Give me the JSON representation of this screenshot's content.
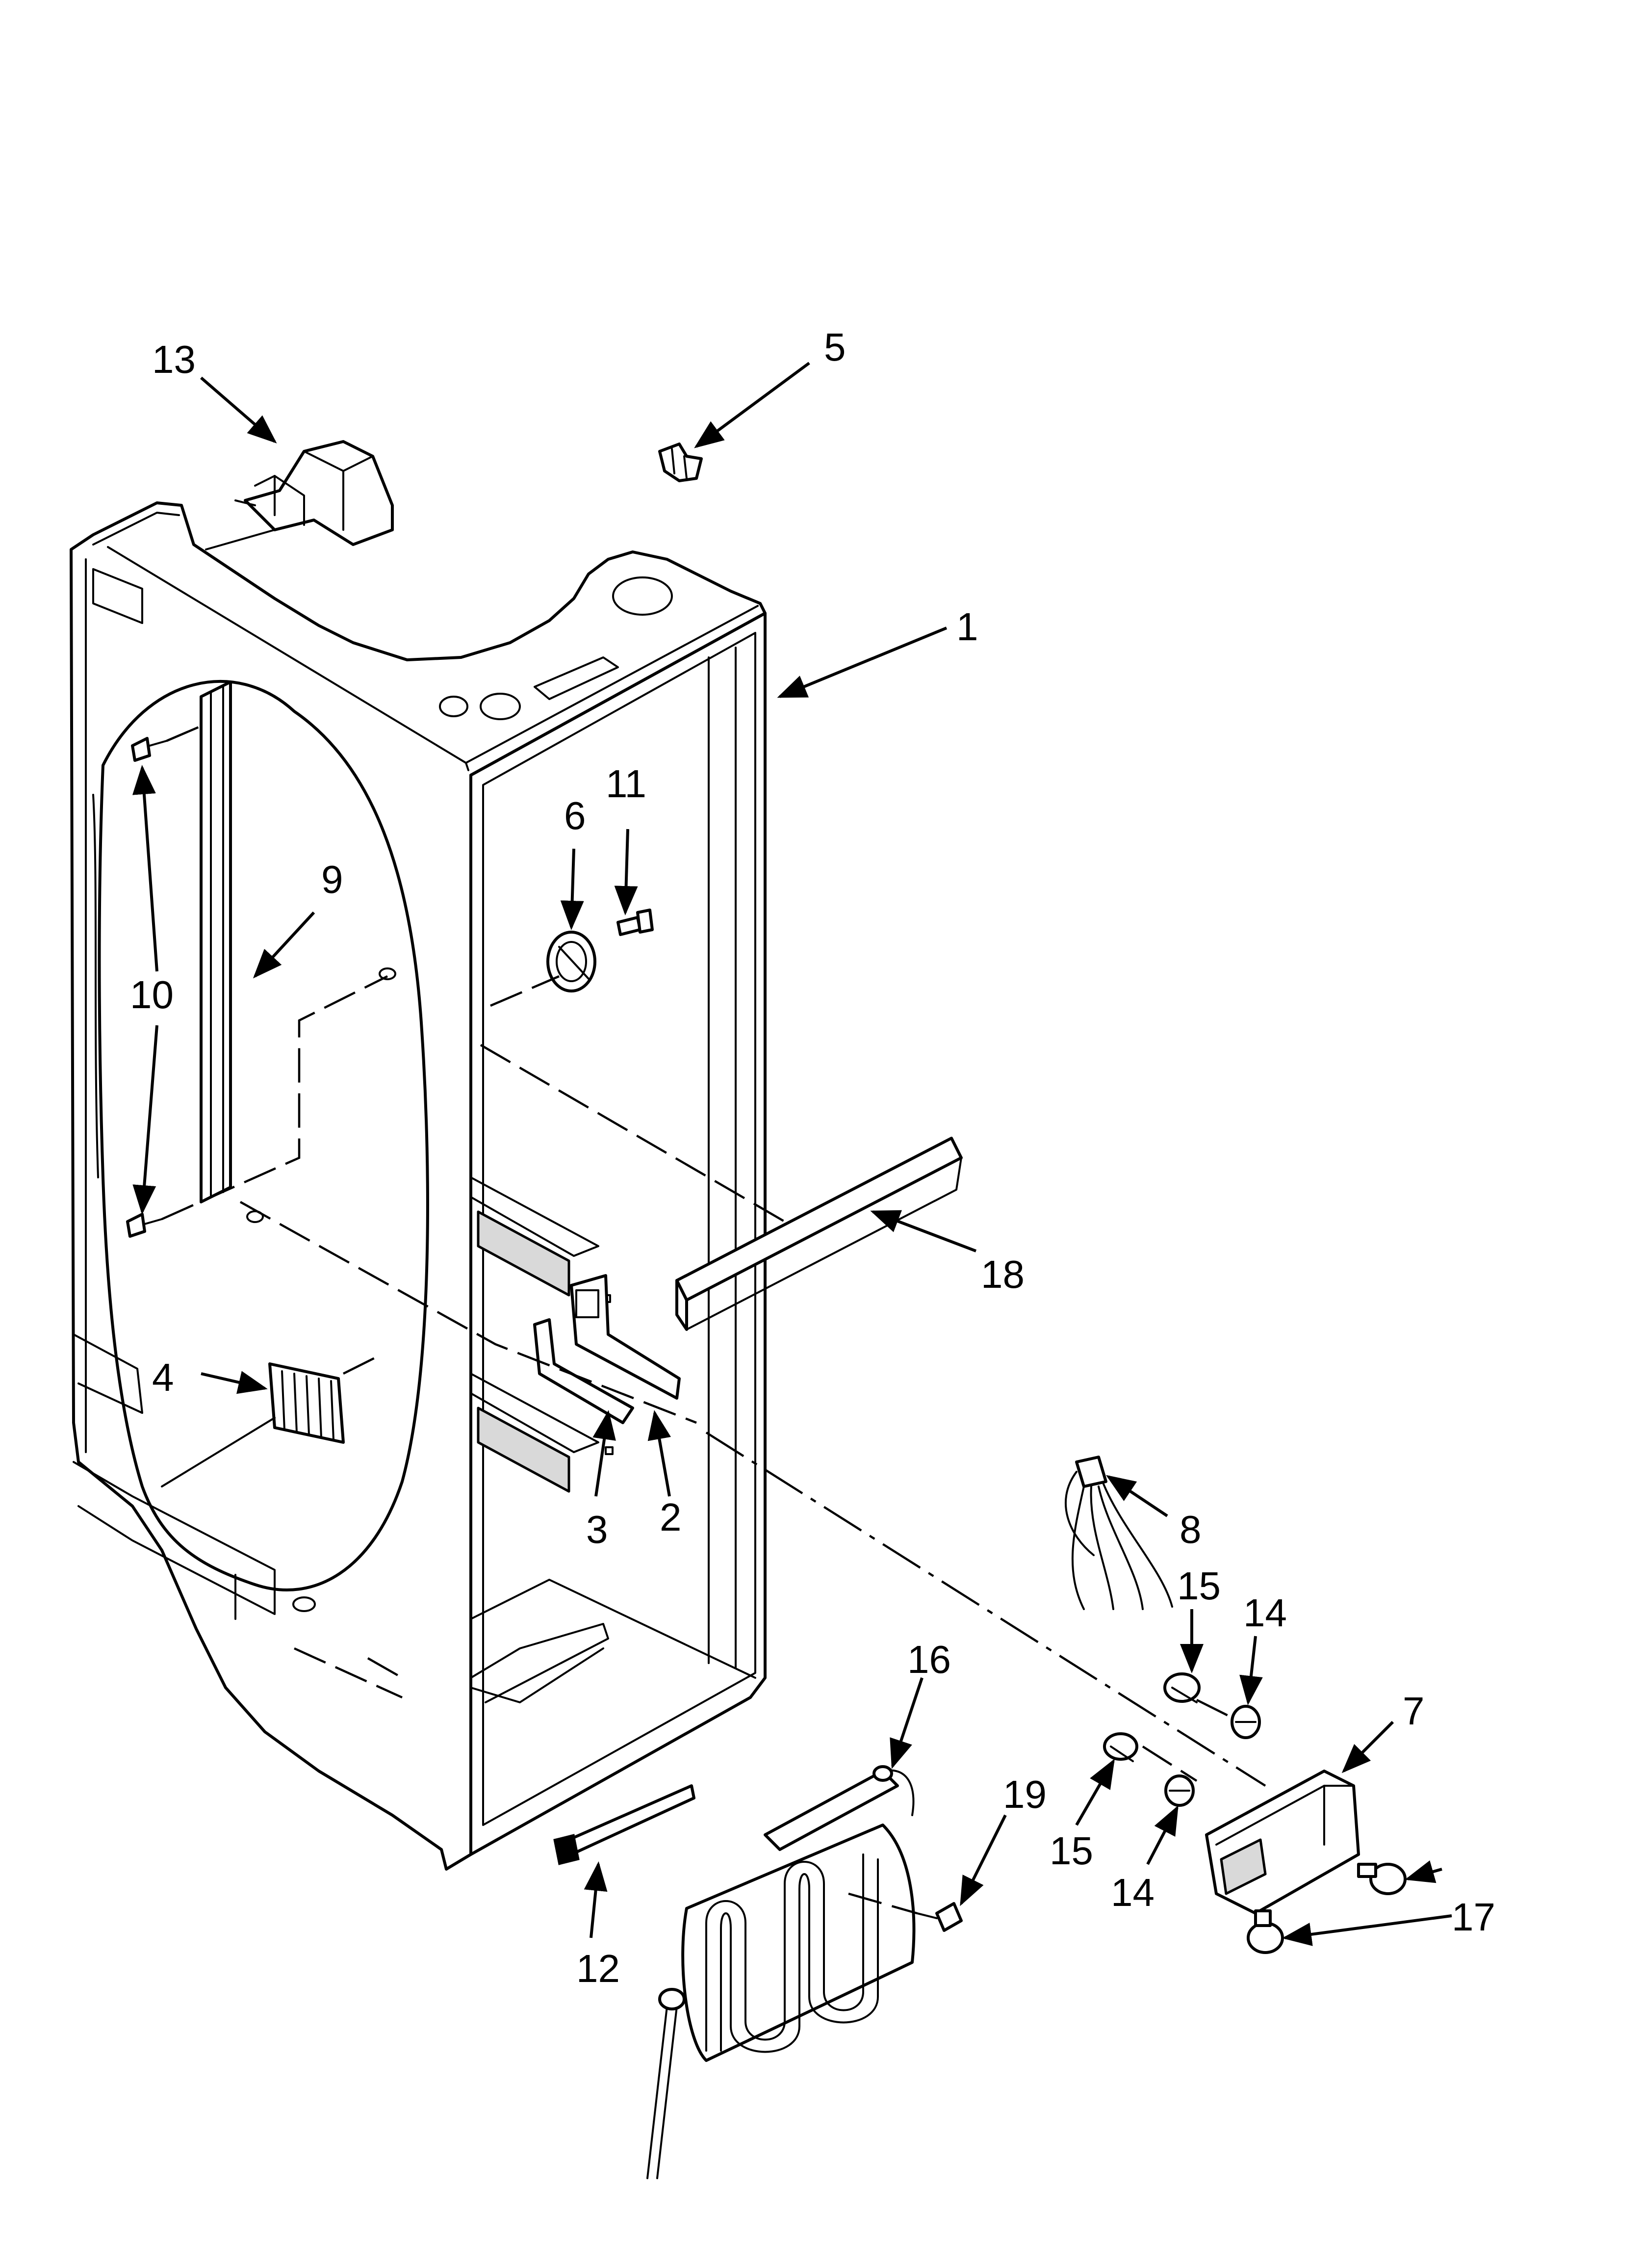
{
  "diagram": {
    "labels": [
      {
        "id": "13",
        "text": "13"
      },
      {
        "id": "5",
        "text": "5"
      },
      {
        "id": "1",
        "text": "1"
      },
      {
        "id": "11",
        "text": "11"
      },
      {
        "id": "6",
        "text": "6"
      },
      {
        "id": "9",
        "text": "9"
      },
      {
        "id": "10",
        "text": "10"
      },
      {
        "id": "18",
        "text": "18"
      },
      {
        "id": "4",
        "text": "4"
      },
      {
        "id": "3",
        "text": "3"
      },
      {
        "id": "2",
        "text": "2"
      },
      {
        "id": "8",
        "text": "8"
      },
      {
        "id": "15a",
        "text": "15"
      },
      {
        "id": "14a",
        "text": "14"
      },
      {
        "id": "7",
        "text": "7"
      },
      {
        "id": "16",
        "text": "16"
      },
      {
        "id": "19",
        "text": "19"
      },
      {
        "id": "15b",
        "text": "15"
      },
      {
        "id": "14b",
        "text": "14"
      },
      {
        "id": "17",
        "text": "17"
      },
      {
        "id": "12",
        "text": "12"
      }
    ]
  }
}
